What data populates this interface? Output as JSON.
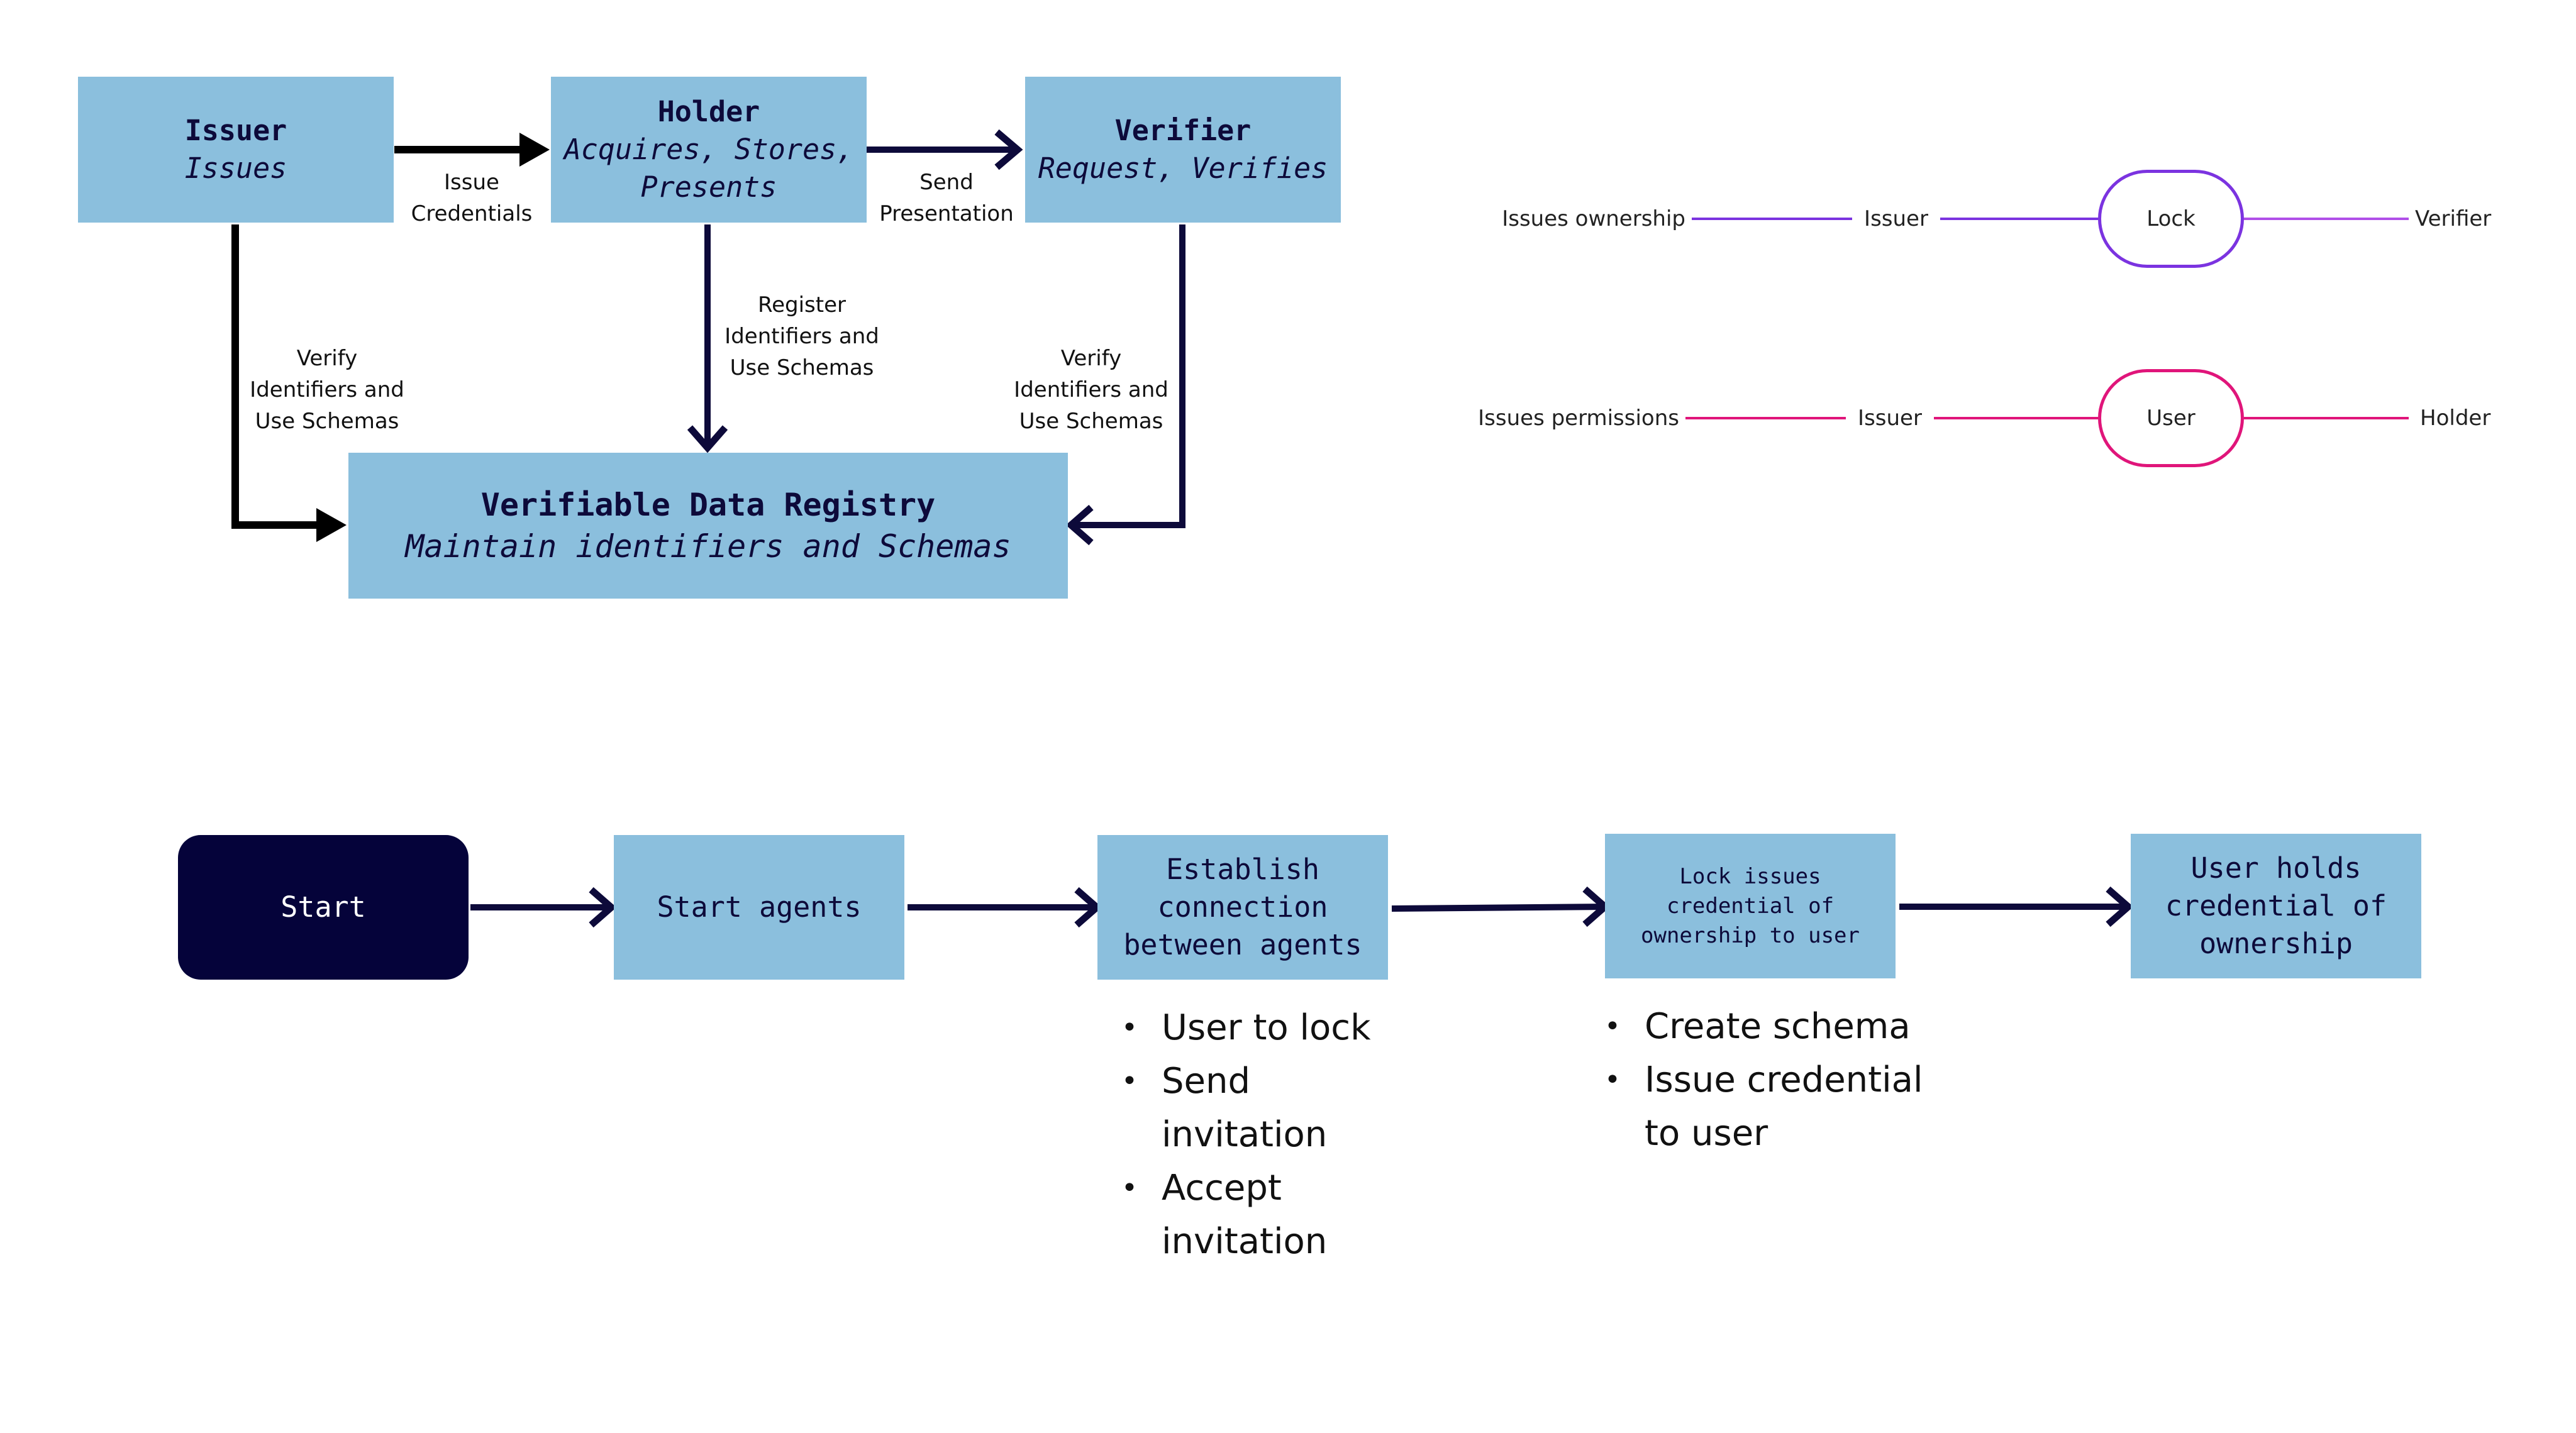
{
  "colors": {
    "box": "#8bbfdd",
    "text_dark": "#0d0a3a",
    "start_fill": "#05033a",
    "arrow_black": "#000000",
    "arrow_navy": "#0d0a3a",
    "legend_purple": "#7b33e0",
    "legend_magenta": "#e0157a"
  },
  "roles": {
    "issuer": {
      "title": "Issuer",
      "subtitle": "Issues"
    },
    "holder": {
      "title": "Holder",
      "subtitle_line1": "Acquires, Stores,",
      "subtitle_line2": "Presents"
    },
    "verifier": {
      "title": "Verifier",
      "subtitle": "Request, Verifies"
    },
    "registry": {
      "title": "Verifiable Data Registry",
      "subtitle": "Maintain identifiers and Schemas"
    }
  },
  "edge_labels": {
    "issue_credentials": [
      "Issue",
      "Credentials"
    ],
    "send_presentation": [
      "Send",
      "Presentation"
    ],
    "register": [
      "Register",
      "Identifiers and",
      "Use Schemas"
    ],
    "verify_left": [
      "Verify",
      "Identifiers and",
      "Use Schemas"
    ],
    "verify_right": [
      "Verify",
      "Identifiers and",
      "Use Schemas"
    ]
  },
  "legend": [
    {
      "relation": "Issues ownership",
      "from": "Issuer",
      "node": "Lock",
      "to": "Verifier",
      "color_icon": "purple-line-icon"
    },
    {
      "relation": "Issues permissions",
      "from": "Issuer",
      "node": "User",
      "to": "Holder",
      "color_icon": "magenta-line-icon"
    }
  ],
  "flow": {
    "start": "Start",
    "step1": "Start agents",
    "step2": [
      "Establish",
      "connection",
      "between agents"
    ],
    "step3": [
      "Lock issues",
      "credential of",
      "ownership to user"
    ],
    "step4": [
      "User holds",
      "credential of",
      "ownership"
    ]
  },
  "step2_bullets": [
    [
      "User to lock"
    ],
    [
      "Send",
      "invitation"
    ],
    [
      "Accept",
      "invitation"
    ]
  ],
  "step3_bullets": [
    [
      "Create schema"
    ],
    [
      "Issue credential",
      "to user"
    ]
  ]
}
